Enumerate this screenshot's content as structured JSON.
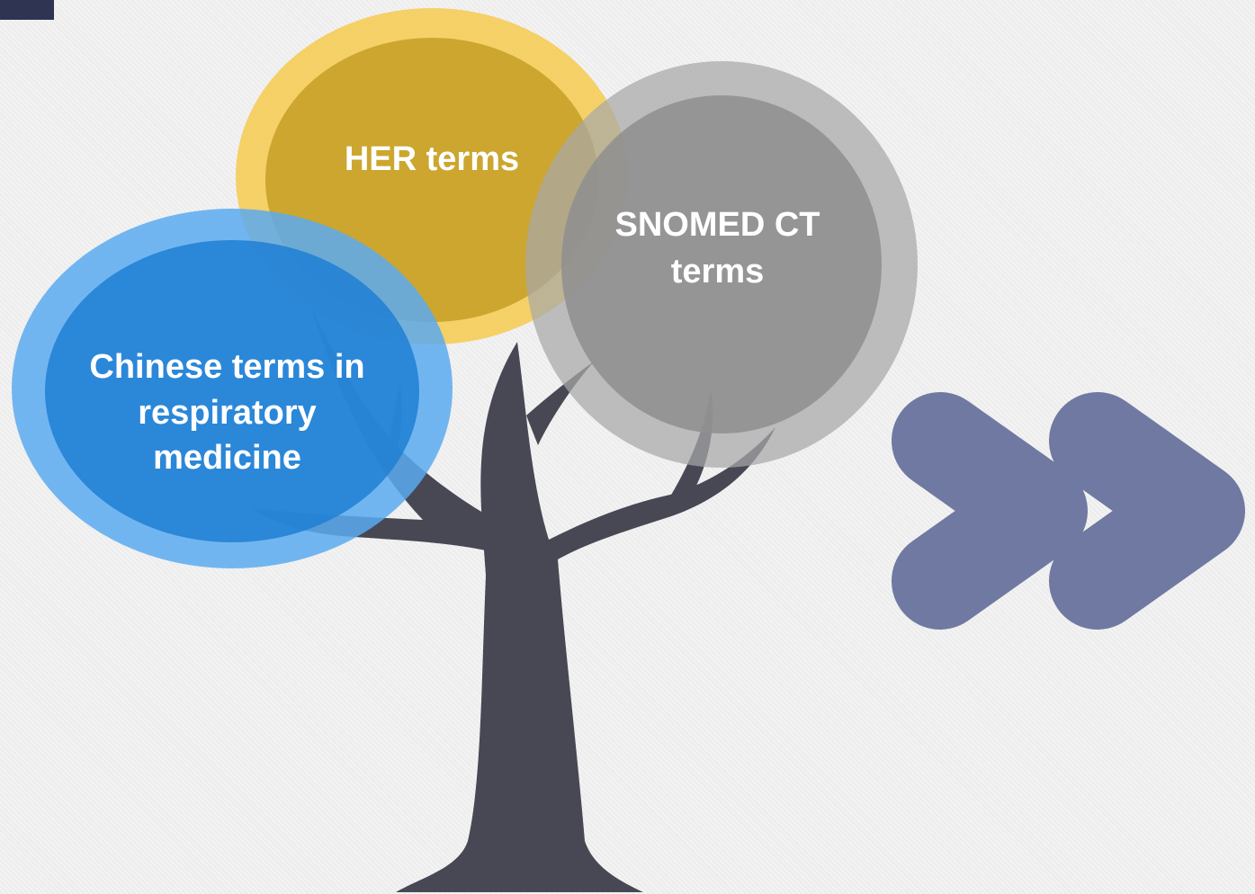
{
  "diagram": {
    "nodes": [
      {
        "id": "her",
        "label": "HER terms"
      },
      {
        "id": "snomed",
        "label": "SNOMED CT\nterms"
      },
      {
        "id": "chinese",
        "label": "Chinese terms in\nrespiratory\nmedicine"
      }
    ]
  },
  "colors": {
    "background": "#ededed",
    "tree": "#474854",
    "her_circle": "#c9a32c",
    "snomed_circle": "#8f8f8f",
    "chinese_circle": "#1f7fd4",
    "chevrons": "#6f79a2",
    "corner_block": "#2e3452"
  },
  "icons": {
    "tree": "tree-icon",
    "forward": "double-chevron-right-icon"
  }
}
